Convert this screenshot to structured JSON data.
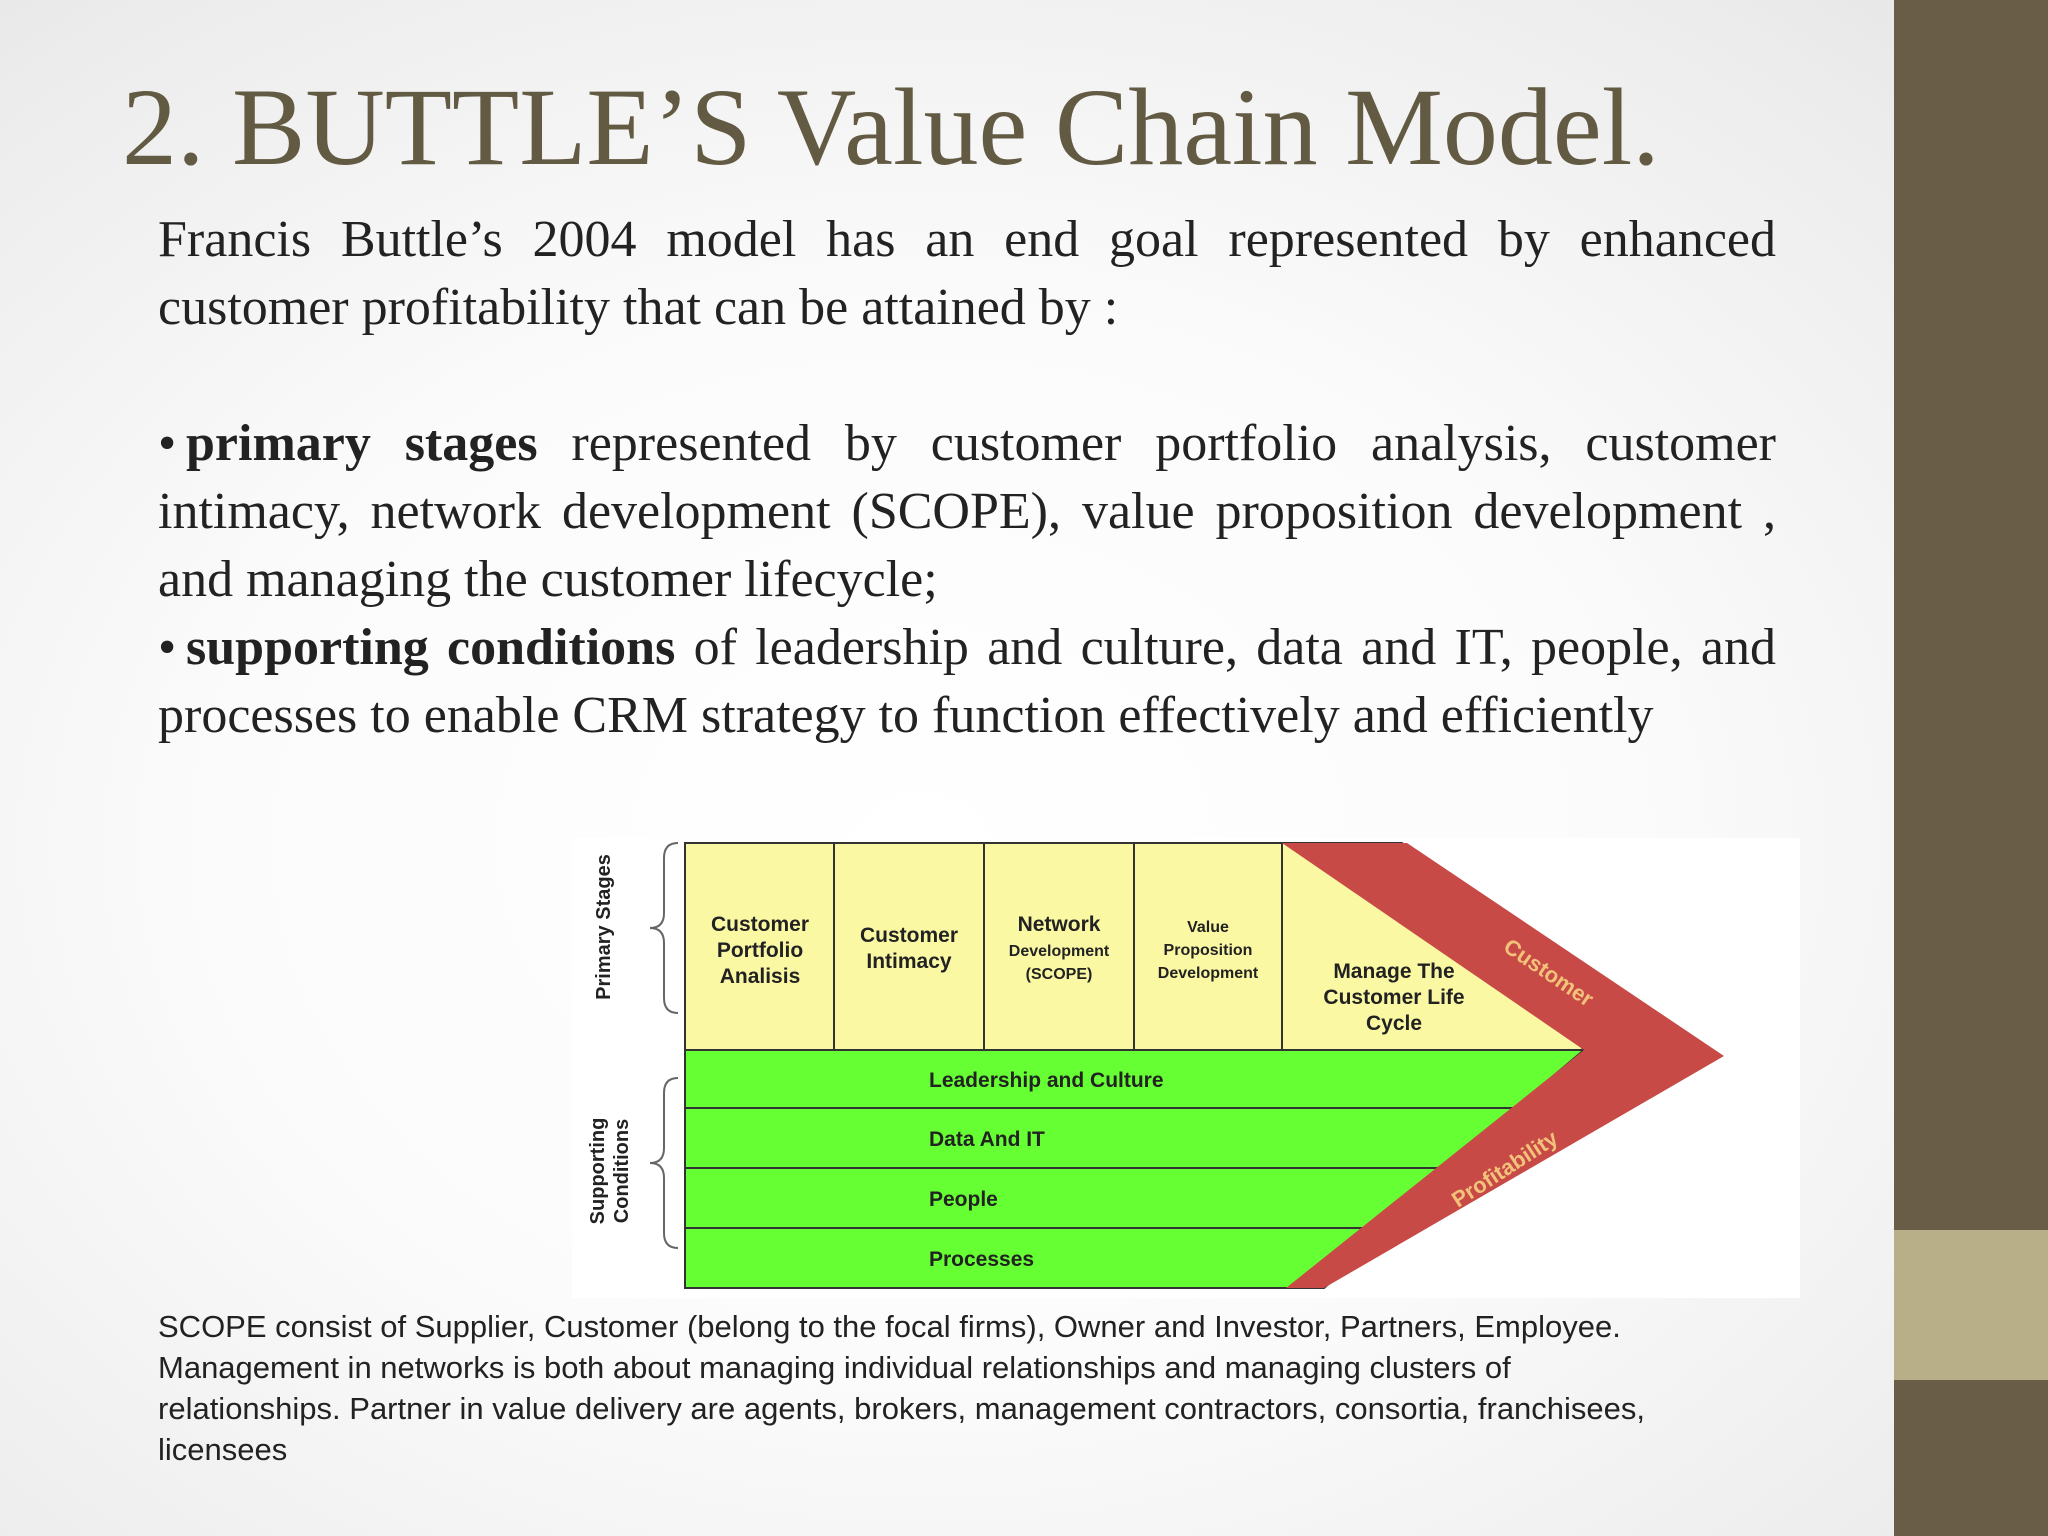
{
  "slide": {
    "title": "2. BUTTLE’S Value Chain Model.",
    "intro": "Francis Buttle’s 2004 model has  an end goal represented by enhanced customer profitability that can be attained  by :",
    "bullets": [
      {
        "bold": "primary stages",
        "text": " represented by  customer portfolio analysis, customer intimacy, network development (SCOPE), value proposition development , and managing the customer lifecycle;"
      },
      {
        "bold": "supporting conditions",
        "text": " of leadership and culture, data and IT, people, and processes to enable CRM strategy to function effectively and efficiently"
      }
    ],
    "footnote": [
      "SCOPE consist of Supplier, Customer (belong to the focal firms), Owner and Investor, Partners, Employee.",
      "Management in networks is both about managing individual relationships and managing clusters of",
      "relationships. Partner in value delivery are agents, brokers, management contractors, consortia, franchisees,",
      "licensees"
    ]
  },
  "diagram": {
    "side_labels": {
      "primary": "Primary Stages",
      "supporting_line1": "Supporting",
      "supporting_line2": "Conditions"
    },
    "primary_stages": [
      [
        "Customer",
        "Portfolio",
        "Analisis"
      ],
      [
        "Customer",
        "Intimacy"
      ],
      [
        "Network",
        "Development",
        "(SCOPE)"
      ],
      [
        "Value",
        "Proposition",
        "Development"
      ],
      [
        "Manage The",
        "Customer Life",
        "Cycle"
      ]
    ],
    "supporting_conditions": [
      "Leadership and Culture",
      "Data And IT",
      "People",
      "Processes"
    ],
    "arrow_labels": {
      "upper": "Customer",
      "lower": "Profitability"
    },
    "colors": {
      "primary_fill": "#fbf8a4",
      "supporting_fill": "#66ff33",
      "arrow_fill": "#c84a47",
      "arrow_text": "#f2c27a"
    }
  }
}
